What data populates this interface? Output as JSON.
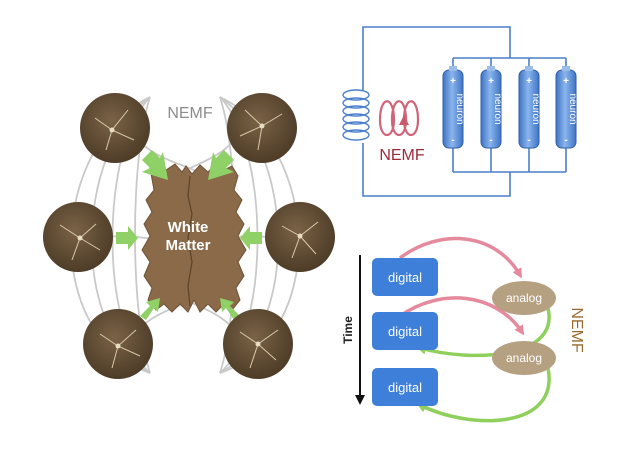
{
  "brain_panel": {
    "nemf_label": "NEMF",
    "white_matter_line1": "White",
    "white_matter_line2": "Matter"
  },
  "circuit_panel": {
    "nemf_label": "NEMF",
    "neuron_label": "neuron",
    "plus_sign": "+",
    "minus_sign": "-",
    "neuron_count": 4
  },
  "timeline_panel": {
    "time_label": "Time",
    "nemf_label": "NEMF",
    "digital_boxes": [
      "digital",
      "digital",
      "digital"
    ],
    "analog_nodes": [
      "analog",
      "analog"
    ]
  },
  "colors": {
    "wire_blue": "#4a7fcb",
    "battery_blue": "#4f87d8",
    "digital_blue": "#3d7fd9",
    "analog_tan": "#b6a082",
    "arrow_pink": "#e58a9c",
    "arrow_green": "#8fcf5c",
    "nemf_red": "#9e2a3a",
    "nemf_brown": "#9a6a2c",
    "white_matter": "#8a6a48",
    "neuron_disc": "#5e4a34"
  }
}
